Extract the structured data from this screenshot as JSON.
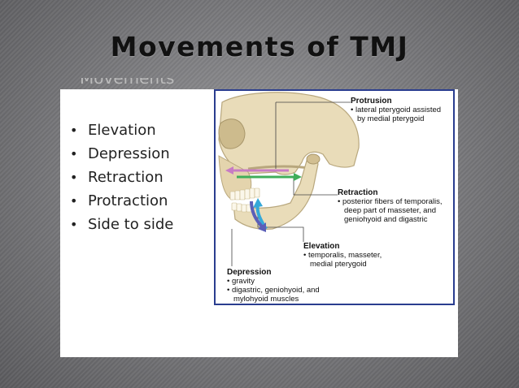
{
  "slide": {
    "title": "Movements of TMJ",
    "heading_cut": "Movements",
    "bullet_char": "•",
    "bullets": [
      "Elevation",
      "Depression",
      "Retraction",
      "Protraction",
      "Side to side"
    ]
  },
  "figure": {
    "protrusion": {
      "title": "Protrusion",
      "lines": [
        "• lateral pterygoid assisted",
        "by medial pterygoid"
      ]
    },
    "retraction": {
      "title": "Retraction",
      "lines": [
        "• posterior fibers of temporalis,",
        "deep part of masseter, and",
        "geniohyoid and digastric"
      ]
    },
    "elevation": {
      "title": "Elevation",
      "lines": [
        "• temporalis, masseter,",
        "medial pterygoid"
      ]
    },
    "depression": {
      "title": "Depression",
      "lines": [
        "• gravity",
        "• digastric, geniohyoid, and",
        "mylohyoid muscles"
      ]
    }
  },
  "colors": {
    "border": "#2a3d8f",
    "protrusion_arrow": "#c77bc4",
    "retraction_arrow": "#3fae5a",
    "elevation_arrow": "#35a8d8",
    "depression_arrow": "#5b5fb8"
  }
}
